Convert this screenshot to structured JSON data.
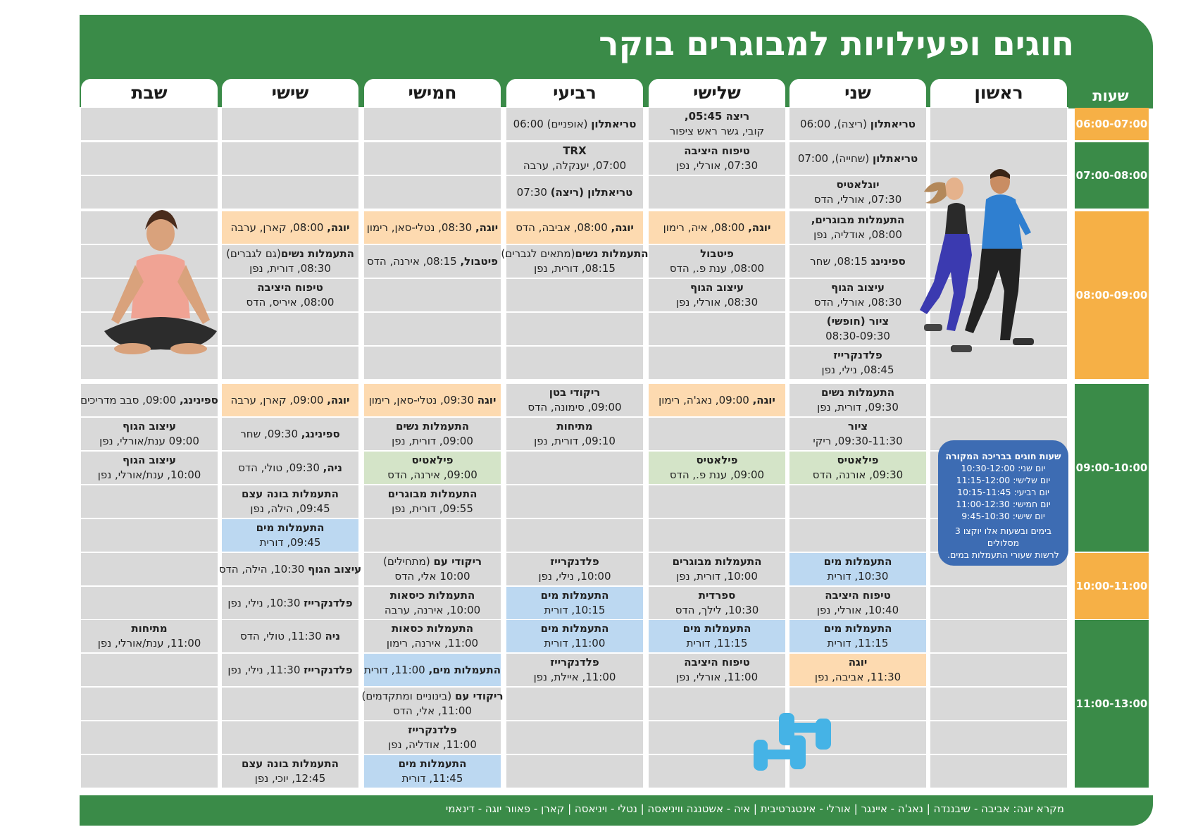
{
  "title": "חוגים ופעילויות למבוגרים בוקר",
  "hours_label": "שעות",
  "days": [
    "ראשון",
    "שני",
    "שלישי",
    "רביעי",
    "חמישי",
    "שישי",
    "שבת"
  ],
  "timeslots": [
    "06:00-07:00",
    "07:00-08:00",
    "08:00-09:00",
    "09:00-10:00",
    "10:00-11:00",
    "11:00-13:00"
  ],
  "colors": {
    "green": "#3a8b48",
    "orange": "#f6b046",
    "gray": "#d9d9d9",
    "yoga": "#fddab0",
    "pilates": "#d4e4c8",
    "water": "#bcd8f1",
    "pool_box": "#3d6cb3"
  },
  "cells": {
    "c_0_mon_t": "טריאתלון",
    "c_0_mon_s": " (ריצה), 06:00",
    "c_0_tue_t": "ריצה 05:45,",
    "c_0_tue_s": "קובי, גשר ראש ציפור",
    "c_0_wed_t": "טריאתלון",
    "c_0_wed_s": " (אופניים) 06:00",
    "c_1_mon_t": "טריאתלון",
    "c_1_mon_s": " (שחייה), 07:00",
    "c_1_tue_t": "טיפוח היציבה",
    "c_1_tue_s": "07:30, אורלי, נפן",
    "c_1_wed_t": "TRX",
    "c_1_wed_s": "07:00, יענקלה, ערבה",
    "c_2_mon_t": "יוגלאטיס",
    "c_2_mon_s": "07:30, אורלי, הדס",
    "c_2_wed_t": "טריאתלון (ריצה)",
    "c_2_wed_s": " 07:30",
    "c_3_mon_t": "התעמלות מבוגרים,",
    "c_3_mon_s": "08:00, אודליה, נפן",
    "c_3_tue_t": "יוגה,",
    "c_3_tue_s": " 08:00, איה, רימון",
    "c_3_wed_t": "יוגה,",
    "c_3_wed_s": " 08:00, אביבה, הדס",
    "c_3_thu_t": "יוגה,",
    "c_3_thu_s": " 08:30, נטלי-סאן, רימון",
    "c_3_fri_t": "יוגה,",
    "c_3_fri_s": " 08:00, קארן, ערבה",
    "c_4_mon_t": "ספינינג",
    "c_4_mon_s": " 08:15, שחר",
    "c_4_tue_t": "פיטבול",
    "c_4_tue_s": "08:00, ענת פ., הדס",
    "c_4_wed_t": "התעמלות נשים",
    "c_4_wed_s": "(מתאים לגברים)",
    "c_4_wed_s2": "08:15, דורית, נפן",
    "c_4_thu_t": "פיטבול,",
    "c_4_thu_s": " 08:15, אירנה, הדס",
    "c_4_fri_t": "התעמלות נשים",
    "c_4_fri_s": "(גם לגברים)",
    "c_4_fri_s2": "08:30, דורית, נפן",
    "c_5_mon_t": "עיצוב הגוף",
    "c_5_mon_s": "08:30, אורלי, הדס",
    "c_5_tue_t": "עיצוב הגוף",
    "c_5_tue_s": "08:30, אורלי, נפן",
    "c_5_fri_t": "טיפוח היציבה",
    "c_5_fri_s": "08:00, איריס, הדס",
    "c_6_mon_t": "ציור (חופשי)",
    "c_6_mon_s": "08:30-09:30",
    "c_7_mon_t": "פלדנקרייז",
    "c_7_mon_s": "08:45, נילי, נפן",
    "c_8_mon_t": "התעמלות נשים",
    "c_8_mon_s": "09:30, דורית, נפן",
    "c_8_tue_t": "יוגה,",
    "c_8_tue_s": " 09:00, נאג'ה, רימון",
    "c_8_wed_t": "ריקודי בטן",
    "c_8_wed_s": "09:00, סימונה, הדס",
    "c_8_thu_t": "יוגה",
    "c_8_thu_s": " 09:30, נטלי-סאן, רימון",
    "c_8_fri_t": "יוגה,",
    "c_8_fri_s": " 09:00, קארן, ערבה",
    "c_8_sat_t": "ספינינג,",
    "c_8_sat_s": " 09:00, סבב מדריכים",
    "c_9_mon_t": "ציור",
    "c_9_mon_s": "09:30-11:30, ריקי",
    "c_9_wed_t": "מתיחות",
    "c_9_wed_s": "09:10, דורית, נפן",
    "c_9_thu_t": "התעמלות נשים",
    "c_9_thu_s": "09:00, דורית, נפן",
    "c_9_fri_t": "ספינינג,",
    "c_9_fri_s": " 09:30, שחר",
    "c_9_sat_t": "עיצוב הגוף",
    "c_9_sat_s": "09:00  ענת/אורלי, נפן",
    "c_10_mon_t": "פילאטיס",
    "c_10_mon_s": "09:30, אורנה, הדס",
    "c_10_tue_t": "פילאטיס",
    "c_10_tue_s": "09:00,  ענת פ., הדס",
    "c_10_thu_t": "פילאטיס",
    "c_10_thu_s": "09:00, אירנה, הדס",
    "c_10_fri_t": "ניה,",
    "c_10_fri_s": " 09:30, טולי, הדס",
    "c_10_sat_t": "עיצוב הגוף",
    "c_10_sat_s": "10:00,  ענת/אורלי, נפן",
    "c_11_thu_t": "התעמלות מבוגרים",
    "c_11_thu_s": "09:55, דורית, נפן",
    "c_11_fri_t": "התעמלות בונה עצם",
    "c_11_fri_s": "09:45, הילה, נפן",
    "c_12_fri_t": "התעמלות מים",
    "c_12_fri_s": "09:45, דורית",
    "c_13_mon_t": "התעמלות מים",
    "c_13_mon_s": "10:30, דורית",
    "c_13_tue_t": "התעמלות מבוגרים",
    "c_13_tue_s": "10:00, דורית, נפן",
    "c_13_wed_t": "פלדנקרייז",
    "c_13_wed_s": "10:00, נילי, נפן",
    "c_13_thu_t": "ריקודי עם",
    "c_13_thu_s": " (מתחילים)",
    "c_13_thu_s2": "10:00 אלי, הדס",
    "c_13_fri_t": "עיצוב הגוף",
    "c_13_fri_s": " 10:30, הילה, הדס",
    "c_14_mon_t": "טיפוח היציבה",
    "c_14_mon_s": "10:40, אורלי, נפן",
    "c_14_tue_t": "ספרדית",
    "c_14_tue_s": "10:30, לילך, הדס",
    "c_14_wed_t": "התעמלות מים",
    "c_14_wed_s": "10:15, דורית",
    "c_14_thu_t": "התעמלות כיסאות",
    "c_14_thu_s": "10:00, אירנה, ערבה",
    "c_14_fri_t": "פלדנקרייז",
    "c_14_fri_s": " 10:30, נילי, נפן",
    "c_15_mon_t": "התעמלות מים",
    "c_15_mon_s": "11:15, דורית",
    "c_15_tue_t": "התעמלות מים",
    "c_15_tue_s": "11:15, דורית",
    "c_15_wed_t": "התעמלות מים",
    "c_15_wed_s": "11:00, דורית",
    "c_15_thu_t": "התעמלות כסאות",
    "c_15_thu_s": "11:00, אירנה, רימון",
    "c_15_fri_t": "ניה",
    "c_15_fri_s": " 11:30, טולי, הדס",
    "c_15_sat_t": "מתיחות",
    "c_15_sat_s": "11:00, ענת/אורלי, נפן",
    "c_16_mon_t": "יוגה",
    "c_16_mon_s": "11:30, אביבה, נפן",
    "c_16_tue_t": "טיפוח היציבה",
    "c_16_tue_s": "11:00, אורלי, נפן",
    "c_16_wed_t": "פלדנקרייז",
    "c_16_wed_s": "11:00, איילת, נפן",
    "c_16_thu_t": "התעמלות מים,",
    "c_16_thu_s": " 11:00, דורית",
    "c_16_fri_t": "פלדנקרייז",
    "c_16_fri_s": "  11:30, נילי, נפן",
    "c_17_thu_t": "ריקודי עם",
    "c_17_thu_s": " (בינוניים ומתקדמים)",
    "c_17_thu_s2": "11:00, אלי, הדס",
    "c_18_thu_t": "פלדנקרייז",
    "c_18_thu_s": "11:00, אודליה, נפן",
    "c_19_thu_t": "התעמלות מים",
    "c_19_thu_s": "11:45, דורית",
    "c_19_fri_t": "התעמלות בונה עצם",
    "c_19_fri_s": "12:45, יוכי, נפן"
  },
  "pool": {
    "title": "שעות חוגים בבריכה המקורה",
    "lines": [
      "יום שני: 10:30-12:00",
      "יום שלישי: 11:15-12:00",
      "יום רביעי: 10:15-11:45",
      "יום חמישי: 11:00-12:30",
      "יום שישי: 9:45-10:30"
    ],
    "note1": "בימים ובשעות אלו יוקצו 3 מסלולים",
    "note2": "לרשות שעורי התעמלות במים."
  },
  "footer": "מקרא יוגה: אביבה - שיבננדה  |  נאג'ה - איינגר  |  אורלי - אינטגרטיבית  |  איה - אשטנגה וויניאסה  |  נטלי - ויניאסה  |  קארן - פאוור יוגה - דינאמי"
}
